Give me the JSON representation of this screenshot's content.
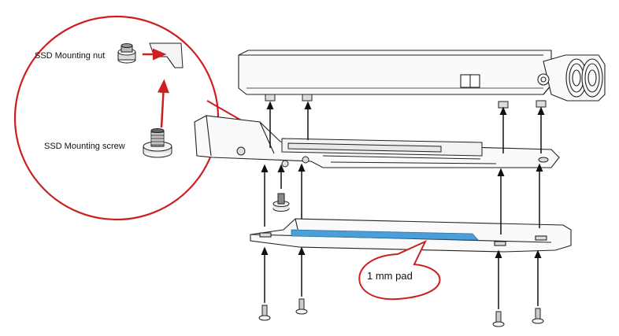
{
  "labels": {
    "mounting_nut": "SSD Mounting nut",
    "mounting_screw": "SSD Mounting screw",
    "thermal_pad": "1 mm pad"
  },
  "colors": {
    "callout_red": "#cc1f1f",
    "pad_blue": "#4a9fd8",
    "line": "#222222",
    "part_fill": "#f4f4f4"
  }
}
